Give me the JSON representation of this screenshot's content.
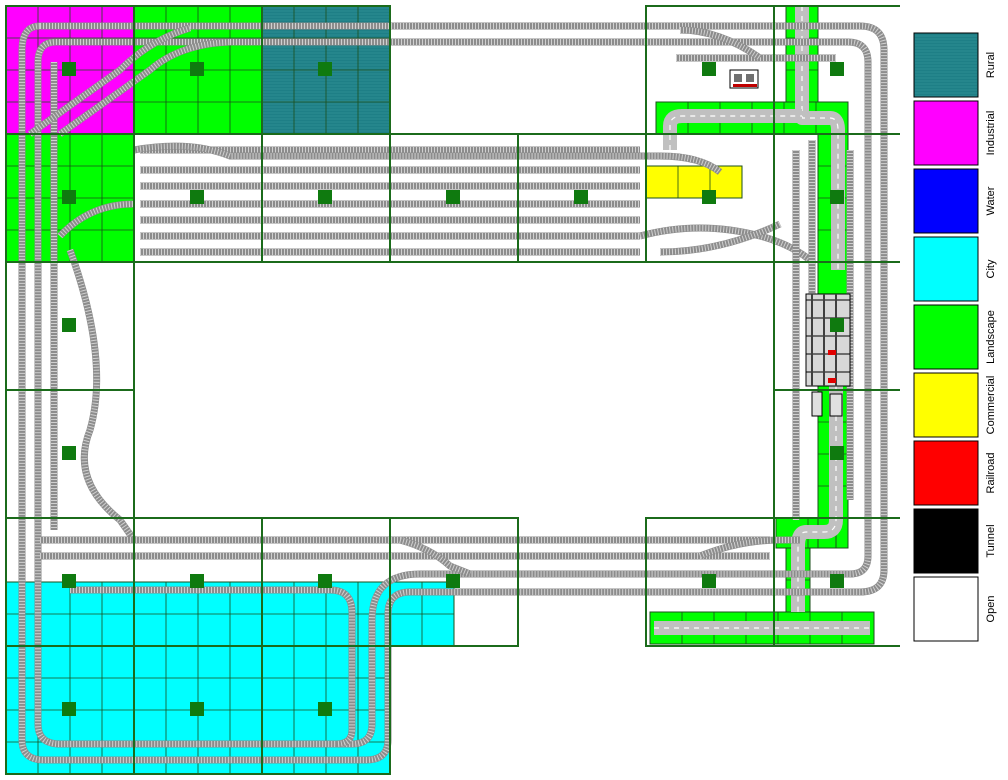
{
  "zone_types": [
    {
      "key": "rural",
      "label": "Rural",
      "color": "#1e7f86"
    },
    {
      "key": "industrial",
      "label": "Industrial",
      "color": "#ff00ff"
    },
    {
      "key": "water",
      "label": "Water",
      "color": "#0000ff"
    },
    {
      "key": "city",
      "label": "City",
      "color": "#00ffff"
    },
    {
      "key": "landscape",
      "label": "Landscape",
      "color": "#00ff00"
    },
    {
      "key": "commercial",
      "label": "Commercial",
      "color": "#ffff00"
    },
    {
      "key": "railroad",
      "label": "Railroad",
      "color": "#ff0000"
    },
    {
      "key": "tunnel",
      "label": "Tunnel",
      "color": "#000000"
    },
    {
      "key": "open",
      "label": "Open",
      "color": "#ffffff"
    }
  ],
  "colors": {
    "module_border": "#1b6b1b",
    "module_marker": "#0f7a0f",
    "grid_line": "#1b4f1b",
    "track_rail": "#8c8c8c",
    "track_tie": "#d0d0d0",
    "road": "#c0c0c0",
    "road_stripe": "#ffffff",
    "rural_texture": "#3a9aa0"
  }
}
